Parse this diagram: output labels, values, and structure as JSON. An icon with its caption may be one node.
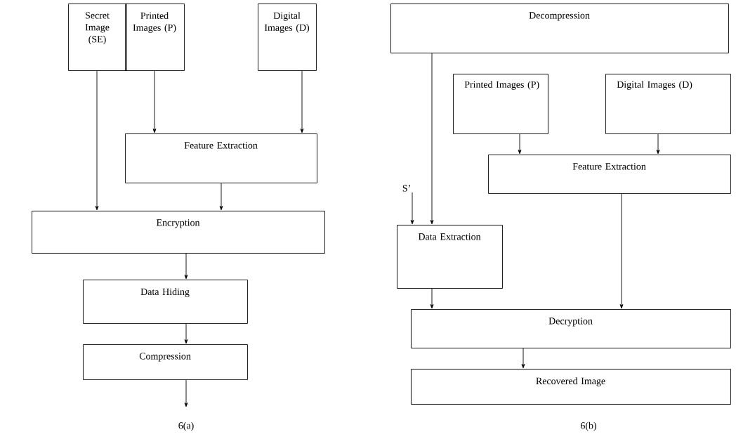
{
  "diagram": {
    "nodes": [
      {
        "text": [
          "Secret Image (SE)"
        ]
      },
      {
        "text": [
          "Printed Images (P)"
        ]
      },
      {
        "text": [
          "Digital Images (D)"
        ]
      },
      {
        "text": [
          "Feature Extraction"
        ]
      },
      {
        "text": [
          "Encryption"
        ]
      },
      {
        "text": [
          "Data Hiding"
        ]
      },
      {
        "text": [
          "Compression"
        ]
      },
      {
        "text": [
          "Decompression"
        ]
      },
      {
        "text": [
          "Printed Images (P)"
        ]
      },
      {
        "text": [
          "Digital Images (D)"
        ]
      },
      {
        "text": [
          "Feature Extraction"
        ]
      },
      {
        "text": [
          "S’"
        ]
      },
      {
        "text": [
          "Data Extraction"
        ]
      },
      {
        "text": [
          "Decryption"
        ]
      },
      {
        "text": [
          "Recovered Image"
        ]
      }
    ],
    "edges": [
      {
        "from": 0,
        "to": 4,
        "arrow": "to"
      },
      {
        "from": 1,
        "to": 3,
        "arrow": "to"
      },
      {
        "from": 2,
        "to": 3,
        "arrow": "to"
      },
      {
        "from": 3,
        "to": 4,
        "arrow": "to"
      },
      {
        "from": 4,
        "to": 5,
        "arrow": "to"
      },
      {
        "from": 5,
        "to": 6,
        "arrow": "to"
      },
      {
        "from": 6,
        "to": null,
        "arrow": "to"
      },
      {
        "from": 7,
        "to": 12,
        "arrow": "to"
      },
      {
        "from": 11,
        "to": 12,
        "arrow": "to"
      },
      {
        "from": 8,
        "to": 10,
        "arrow": "to"
      },
      {
        "from": 9,
        "to": 10,
        "arrow": "to"
      },
      {
        "from": 10,
        "to": 13,
        "arrow": "to"
      },
      {
        "from": 12,
        "to": 13,
        "arrow": "to"
      },
      {
        "from": 13,
        "to": 14,
        "arrow": "to"
      }
    ],
    "labels": [
      "6(a)",
      "6(b)"
    ]
  }
}
